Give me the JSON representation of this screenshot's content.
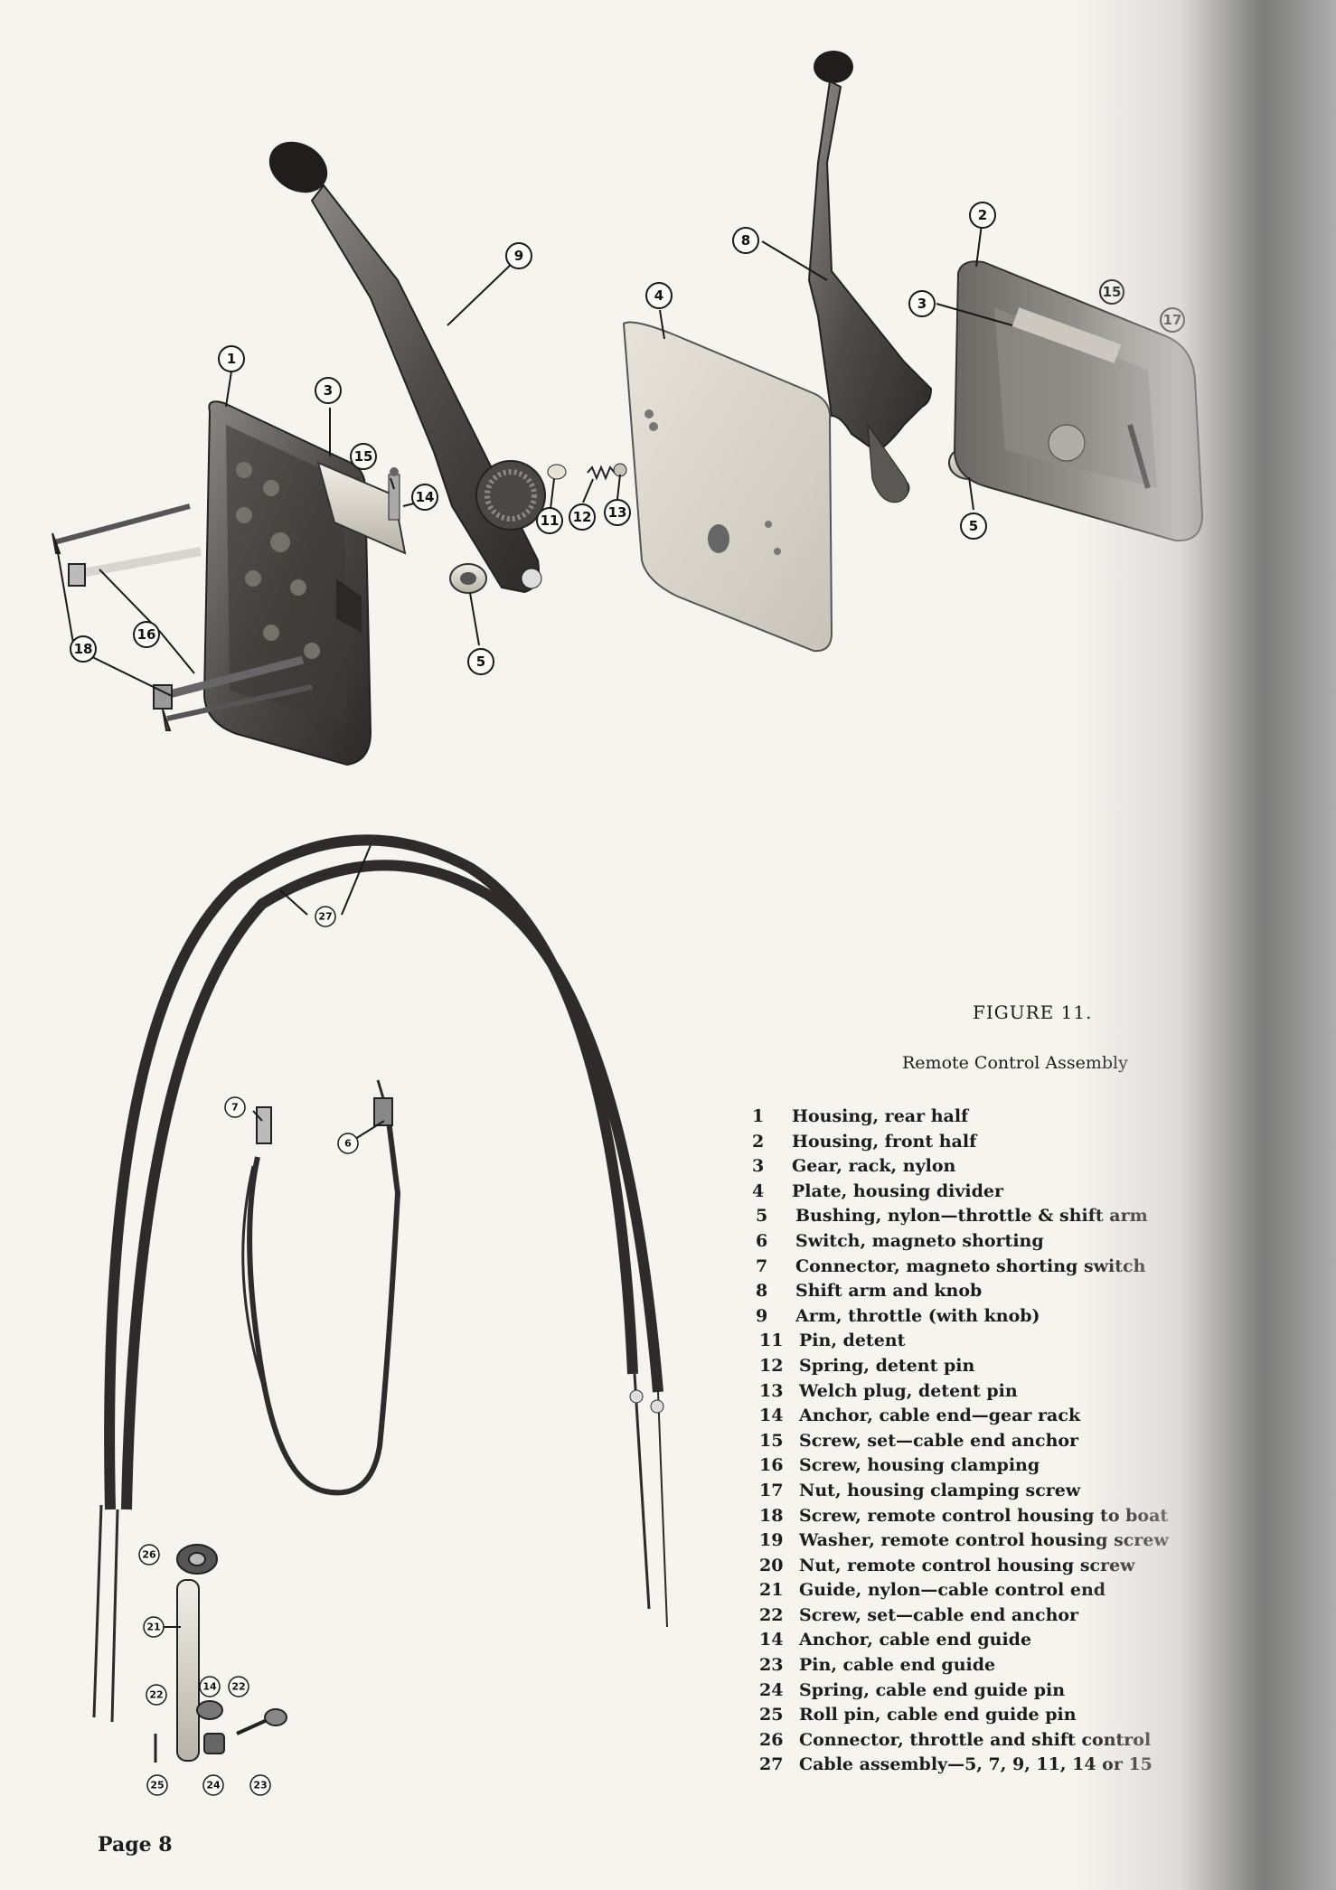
{
  "figure": {
    "title": "FIGURE 11.",
    "caption": "Remote Control Assembly"
  },
  "parts": [
    {
      "num": "1",
      "name": "Housing, rear half"
    },
    {
      "num": "2",
      "name": "Housing, front half"
    },
    {
      "num": "3",
      "name": "Gear, rack, nylon"
    },
    {
      "num": "4",
      "name": "Plate, housing divider"
    },
    {
      "num": "5",
      "name": "Bushing, nylon—throttle & shift arm"
    },
    {
      "num": "6",
      "name": "Switch, magneto shorting"
    },
    {
      "num": "7",
      "name": "Connector, magneto shorting switch"
    },
    {
      "num": "8",
      "name": "Shift arm and knob"
    },
    {
      "num": "9",
      "name": "Arm, throttle (with knob)"
    },
    {
      "num": "11",
      "name": "Pin, detent"
    },
    {
      "num": "12",
      "name": "Spring, detent pin"
    },
    {
      "num": "13",
      "name": "Welch plug, detent pin"
    },
    {
      "num": "14",
      "name": "Anchor, cable end—gear rack"
    },
    {
      "num": "15",
      "name": "Screw, set—cable end anchor"
    },
    {
      "num": "16",
      "name": "Screw, housing clamping"
    },
    {
      "num": "17",
      "name": "Nut, housing clamping screw"
    },
    {
      "num": "18",
      "name": "Screw, remote control housing to boat"
    },
    {
      "num": "19",
      "name": "Washer, remote control housing screw"
    },
    {
      "num": "20",
      "name": "Nut, remote control housing screw"
    },
    {
      "num": "21",
      "name": "Guide, nylon—cable control end"
    },
    {
      "num": "22",
      "name": "Screw, set—cable end anchor"
    },
    {
      "num": "14",
      "name": "Anchor, cable end guide"
    },
    {
      "num": "23",
      "name": "Pin, cable end guide"
    },
    {
      "num": "24",
      "name": "Spring, cable end guide pin"
    },
    {
      "num": "25",
      "name": "Roll pin, cable end guide pin"
    },
    {
      "num": "26",
      "name": "Connector, throttle and shift control"
    },
    {
      "num": "27",
      "name": "Cable assembly—5, 7, 9, 11, 14 or 15"
    }
  ],
  "callouts": {
    "c1": "1",
    "c2": "2",
    "c3a": "3",
    "c3b": "3",
    "c4": "4",
    "c5a": "5",
    "c5b": "5",
    "c6": "6",
    "c7": "7",
    "c8": "8",
    "c9": "9",
    "c11": "11",
    "c12": "12",
    "c13": "13",
    "c14a": "14",
    "c14b": "14",
    "c15a": "15",
    "c15b": "15",
    "c16": "16",
    "c18": "18",
    "c17": "17",
    "c21": "21",
    "c22a": "22",
    "c22b": "22",
    "c23": "23",
    "c24": "24",
    "c25": "25",
    "c26": "26",
    "c27": "27"
  },
  "footer": {
    "page": "Page 8"
  }
}
